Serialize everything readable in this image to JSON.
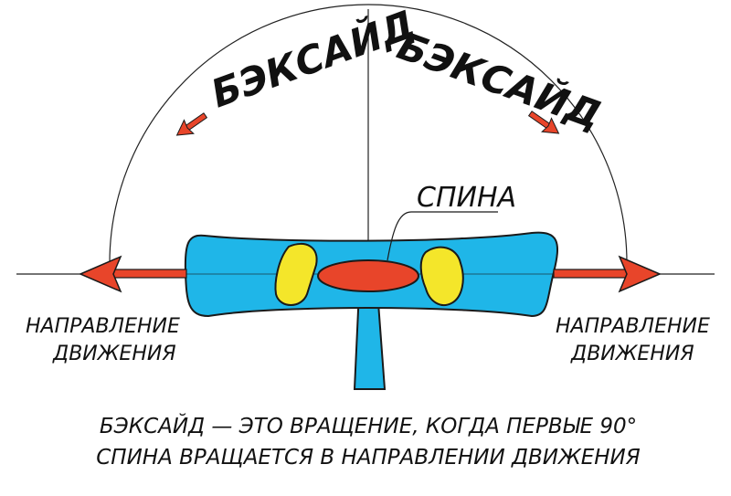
{
  "labels": {
    "backside_left": "БЭКСАЙД",
    "backside_right": "БЭКСАЙД",
    "back": "СПИНА",
    "direction_left_line1": "НАПРАВЛЕНИЕ",
    "direction_left_line2": "ДВИЖЕНИЯ",
    "direction_right_line1": "НАПРАВЛЕНИЕ",
    "direction_right_line2": "ДВИЖЕНИЯ"
  },
  "caption": {
    "line1": "БЭКСАЙД — ЭТО ВРАЩЕНИЕ, КОГДА ПЕРВЫЕ 90°",
    "line2": "СПИНА ВРАЩАЕТСЯ В НАПРАВЛЕНИИ ДВИЖЕНИЯ"
  },
  "colors": {
    "board": "#1fb6e8",
    "binding": "#f4e62a",
    "back": "#e8452a",
    "arrow": "#e8452a",
    "outline": "#1a1a1a"
  }
}
